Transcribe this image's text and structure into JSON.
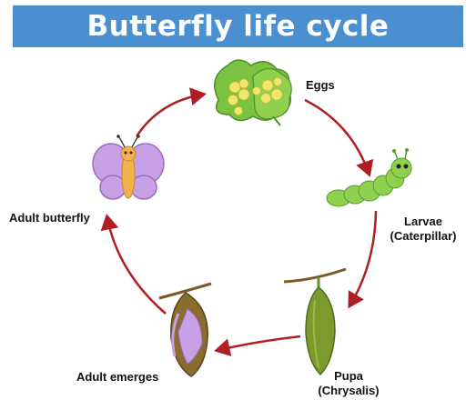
{
  "title": "Butterfly life cycle",
  "stages": {
    "eggs": {
      "label": "Eggs"
    },
    "larvae": {
      "label_line1": "Larvae",
      "label_line2": "(Caterpillar)"
    },
    "pupa": {
      "label_line1": "Pupa",
      "label_line2": "(Chrysalis)"
    },
    "emerges": {
      "label": "Adult emerges"
    },
    "adult": {
      "label": "Adult butterfly"
    }
  },
  "colors": {
    "title_bg": "#4a8fcf",
    "arrow": "#b01e23",
    "leaf": "#7cc242",
    "egg": "#f2e66b",
    "caterpillar": "#8fd14f",
    "chrysalis": "#6f8f2a",
    "butterfly_wing": "#c9a0e6",
    "butterfly_body": "#f4b24a"
  }
}
